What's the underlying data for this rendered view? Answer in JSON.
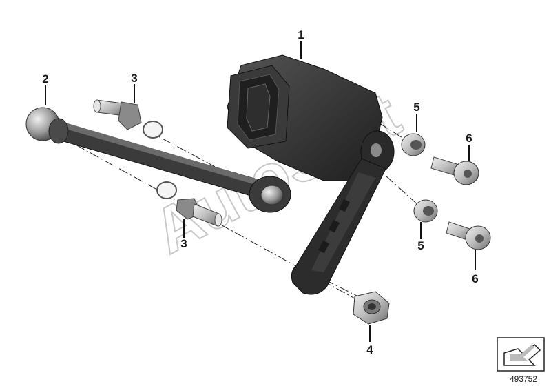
{
  "diagram": {
    "callouts": {
      "c1": "1",
      "c2": "2",
      "c3a": "3",
      "c3b": "3",
      "c4": "4",
      "c5a": "5",
      "c5b": "5",
      "c6a": "6",
      "c6b": "6"
    },
    "diagram_number": "493752",
    "watermark": "AutoSoft"
  },
  "colors": {
    "sensor_body": "#2b2b2b",
    "metal_light": "#d6d6d6",
    "metal_dark": "#7a7a7a",
    "line": "#222222"
  }
}
